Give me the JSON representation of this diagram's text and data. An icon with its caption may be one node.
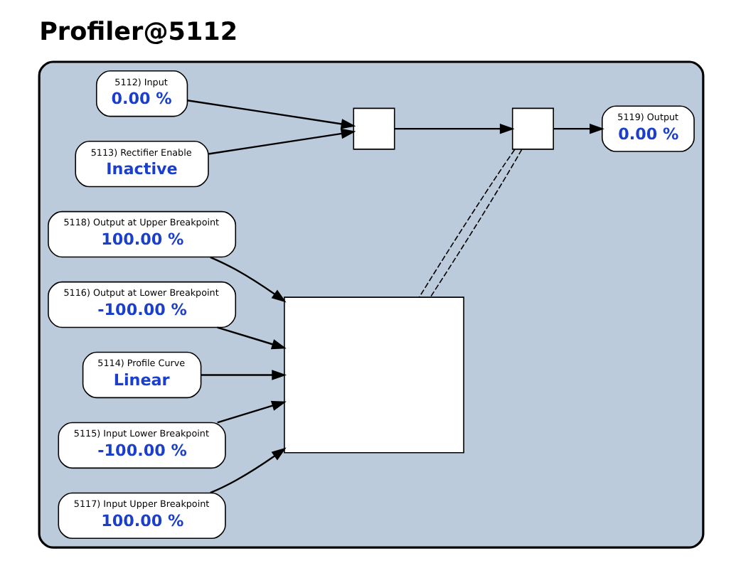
{
  "diagram": {
    "title": "Profiler@5112",
    "nodes": [
      {
        "text": [],
        "shape": "box"
      },
      {
        "text": [
          "5112) Input",
          "0.00 %"
        ],
        "in": 0
      },
      {
        "text": [
          "5113) Rectifier Enable",
          "Inactive"
        ],
        "in": 0
      },
      {
        "text": [],
        "shape": "box",
        "in": 0
      },
      {
        "text": [],
        "shape": "box",
        "in": 0
      },
      {
        "text": [
          "5119) Output",
          "0.00 %"
        ],
        "in": 0
      },
      {
        "text": [
          "5118) Output at Upper Breakpoint",
          "100.00 %"
        ],
        "in": 0
      },
      {
        "text": [
          "5116) Output at Lower Breakpoint",
          "-100.00 %"
        ],
        "in": 0
      },
      {
        "text": [
          "5114) Profile Curve",
          "Linear"
        ],
        "in": 0
      },
      {
        "text": [],
        "shape": "box",
        "in": 0
      },
      {
        "text": [
          "5115) Input Lower Breakpoint",
          "-100.00 %"
        ],
        "in": 0
      },
      {
        "text": [
          "5117) Input Upper Breakpoint",
          "100.00 %"
        ],
        "in": 0
      }
    ],
    "edges": [
      {
        "from": 1,
        "to": 3,
        "arrow": "to"
      },
      {
        "from": 2,
        "to": 3,
        "arrow": "to"
      },
      {
        "from": 3,
        "to": 4,
        "arrow": "to"
      },
      {
        "from": 4,
        "to": 5,
        "arrow": "to"
      },
      {
        "from": 4,
        "to": 9,
        "arrow": "none",
        "style": "dashed"
      },
      {
        "from": 4,
        "to": 9,
        "arrow": "none",
        "style": "dashed"
      },
      {
        "from": 6,
        "to": 9,
        "arrow": "to"
      },
      {
        "from": 7,
        "to": 9,
        "arrow": "to"
      },
      {
        "from": 8,
        "to": 9,
        "arrow": "to"
      },
      {
        "from": 10,
        "to": 9,
        "arrow": "to"
      },
      {
        "from": 11,
        "to": 9,
        "arrow": "to"
      }
    ]
  }
}
